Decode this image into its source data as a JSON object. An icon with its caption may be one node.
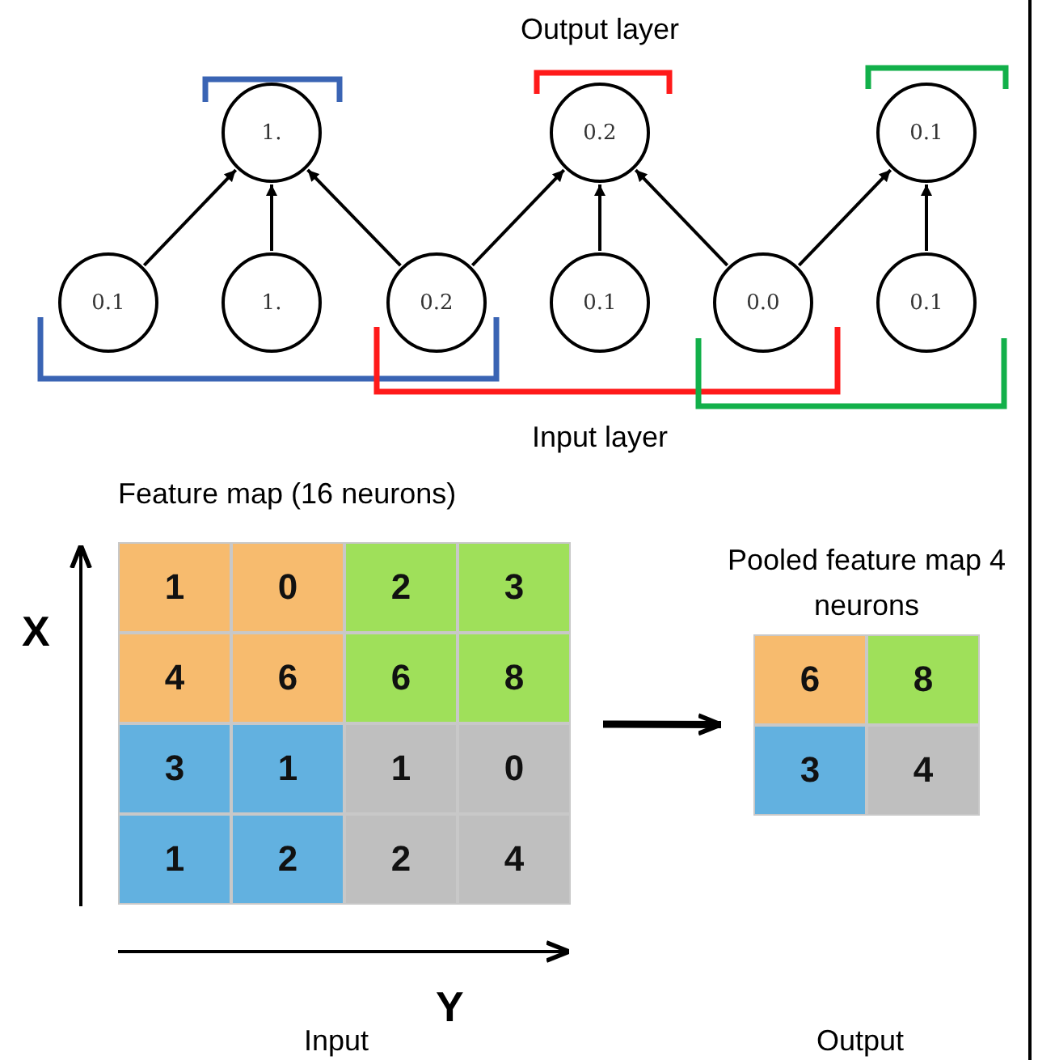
{
  "diagram": {
    "nodes": [
      {
        "text": [
          "1."
        ]
      },
      {
        "text": [
          "0.2"
        ]
      },
      {
        "text": [
          "0.1"
        ]
      },
      {
        "text": [
          "0.1"
        ]
      },
      {
        "text": [
          "1."
        ]
      },
      {
        "text": [
          "0.2"
        ]
      },
      {
        "text": [
          "0.1"
        ]
      },
      {
        "text": [
          "0.0"
        ]
      },
      {
        "text": [
          "0.1"
        ]
      },
      {
        "text": [
          "Feature map (16 neurons)"
        ]
      },
      {
        "text": [
          "1"
        ],
        "in": 9
      },
      {
        "text": [
          "0"
        ],
        "in": 9
      },
      {
        "text": [
          "2"
        ],
        "in": 9
      },
      {
        "text": [
          "3"
        ],
        "in": 9
      },
      {
        "text": [
          "4"
        ],
        "in": 9
      },
      {
        "text": [
          "6"
        ],
        "in": 9
      },
      {
        "text": [
          "6"
        ],
        "in": 9
      },
      {
        "text": [
          "8"
        ],
        "in": 9
      },
      {
        "text": [
          "3"
        ],
        "in": 9
      },
      {
        "text": [
          "1"
        ],
        "in": 9
      },
      {
        "text": [
          "1"
        ],
        "in": 9
      },
      {
        "text": [
          "0"
        ],
        "in": 9
      },
      {
        "text": [
          "1"
        ],
        "in": 9
      },
      {
        "text": [
          "2"
        ],
        "in": 9
      },
      {
        "text": [
          "2"
        ],
        "in": 9
      },
      {
        "text": [
          "4"
        ],
        "in": 9
      },
      {
        "text": [
          "Pooled feature map 4 neurons"
        ]
      },
      {
        "text": [
          "6"
        ],
        "in": 26
      },
      {
        "text": [
          "8"
        ],
        "in": 26
      },
      {
        "text": [
          "3"
        ],
        "in": 26
      },
      {
        "text": [
          "4"
        ],
        "in": 26
      }
    ],
    "edges": [
      {
        "from": 3,
        "to": 0,
        "arrow": "to"
      },
      {
        "from": 4,
        "to": 0,
        "arrow": "to"
      },
      {
        "from": 5,
        "to": 0,
        "arrow": "to"
      },
      {
        "from": 5,
        "to": 1,
        "arrow": "to"
      },
      {
        "from": 6,
        "to": 1,
        "arrow": "to"
      },
      {
        "from": 7,
        "to": 1,
        "arrow": "to"
      },
      {
        "from": 7,
        "to": 2,
        "arrow": "to"
      },
      {
        "from": 8,
        "to": 2,
        "arrow": "to"
      },
      {
        "from": 9,
        "to": 26,
        "arrow": "to",
        "style": "thick"
      }
    ],
    "labels": [
      "Output layer",
      "Input layer",
      "X",
      "Y",
      "Input",
      "Output"
    ]
  }
}
